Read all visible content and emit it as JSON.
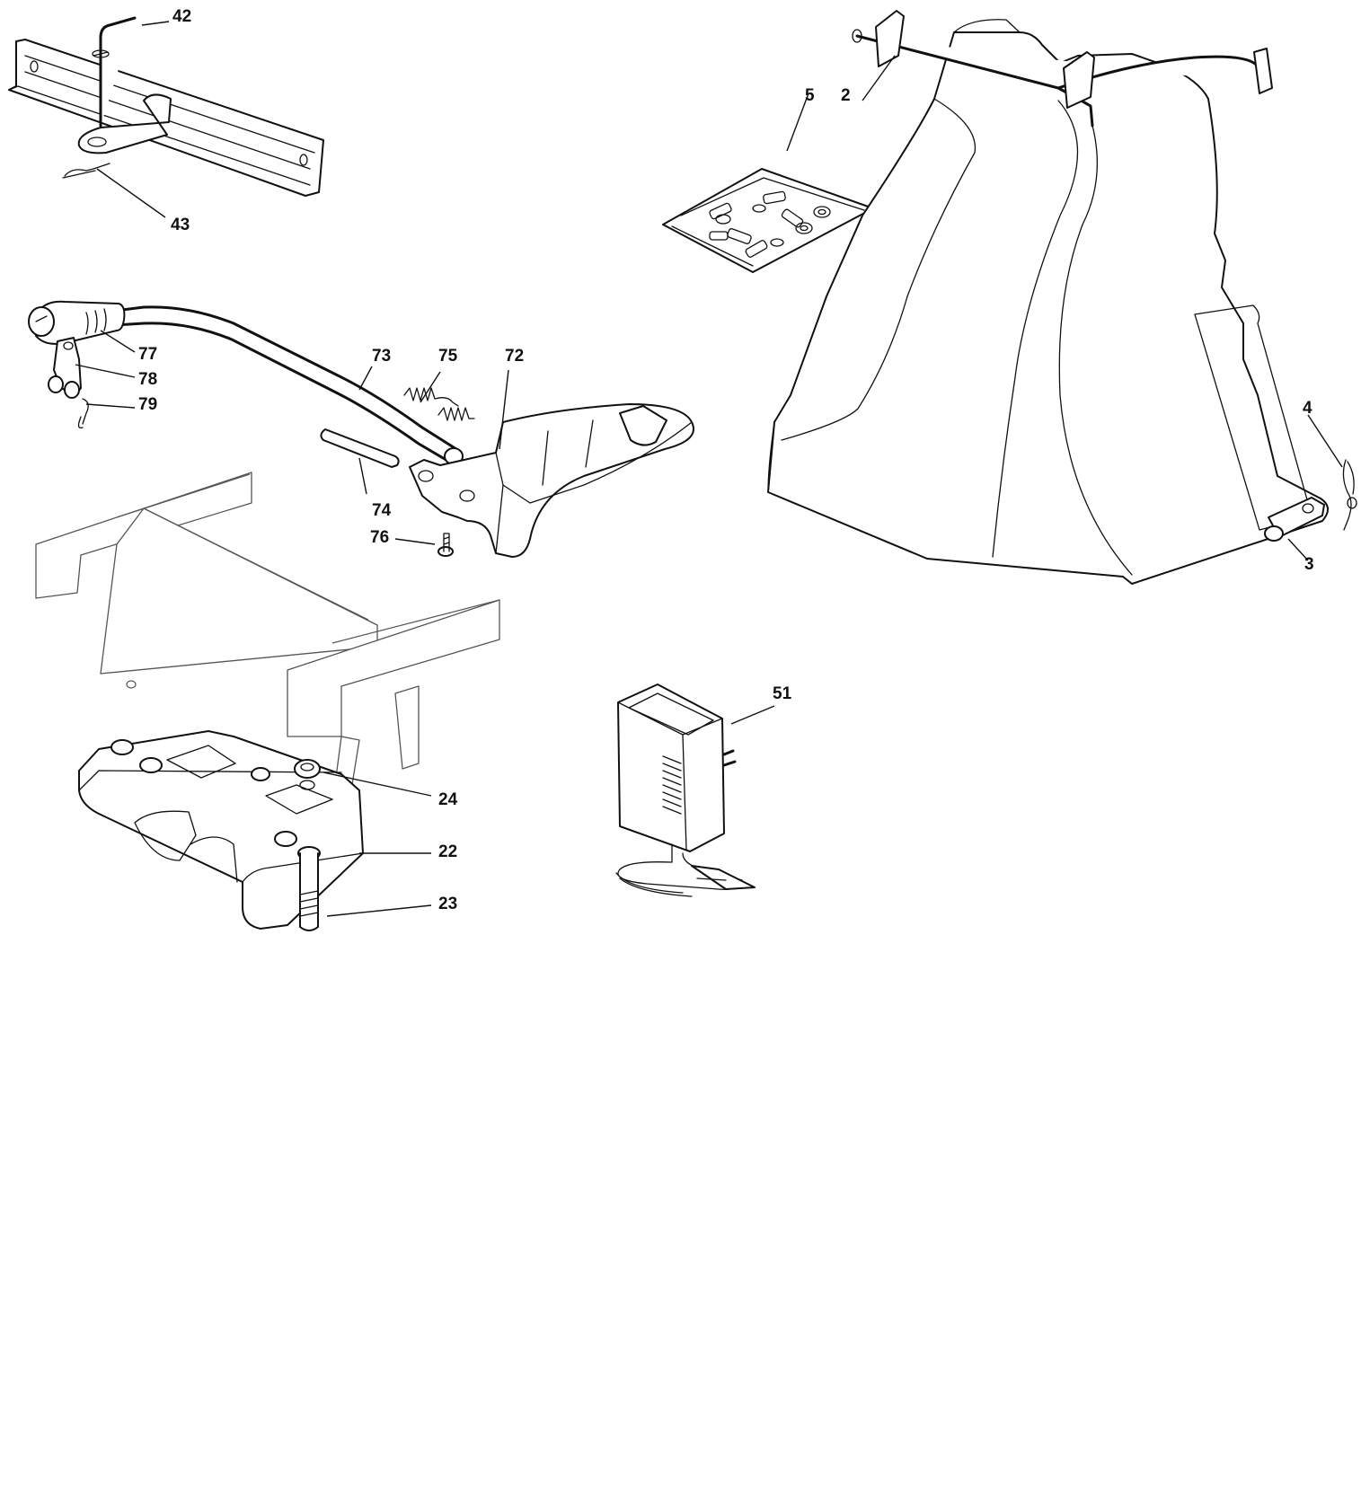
{
  "diagram": {
    "callouts": [
      {
        "id": "42",
        "label": "42"
      },
      {
        "id": "43",
        "label": "43"
      },
      {
        "id": "5",
        "label": "5"
      },
      {
        "id": "2",
        "label": "2"
      },
      {
        "id": "77",
        "label": "77"
      },
      {
        "id": "78",
        "label": "78"
      },
      {
        "id": "79",
        "label": "79"
      },
      {
        "id": "73",
        "label": "73"
      },
      {
        "id": "75",
        "label": "75"
      },
      {
        "id": "72",
        "label": "72"
      },
      {
        "id": "74",
        "label": "74"
      },
      {
        "id": "76",
        "label": "76"
      },
      {
        "id": "4",
        "label": "4"
      },
      {
        "id": "3",
        "label": "3"
      },
      {
        "id": "51",
        "label": "51"
      },
      {
        "id": "24",
        "label": "24"
      },
      {
        "id": "22",
        "label": "22"
      },
      {
        "id": "23",
        "label": "23"
      }
    ]
  }
}
